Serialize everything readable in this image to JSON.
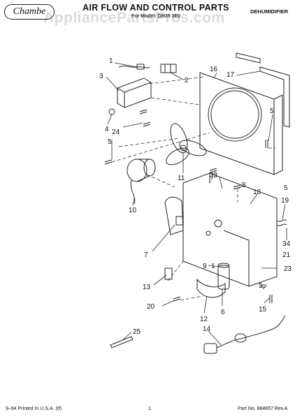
{
  "header": {
    "logo": "Chambe",
    "title": "AIR FLOW AND CONTROL PARTS",
    "subtitle": "For Model: DH35 3E0",
    "category": "DEHUMIDIFIER"
  },
  "watermark": "AppliancePartsPros.com",
  "callouts": [
    "1",
    "2",
    "3",
    "4",
    "5",
    "6",
    "7",
    "8",
    "9",
    "10",
    "11",
    "12",
    "13",
    "14",
    "15",
    "16",
    "17",
    "18",
    "19",
    "20",
    "21",
    "23",
    "24",
    "25",
    "33",
    "34"
  ],
  "diagram": {
    "callout_labels": [
      {
        "id": "c1",
        "text": "1"
      },
      {
        "id": "c2",
        "text": "2"
      },
      {
        "id": "c3",
        "text": "3"
      },
      {
        "id": "c4",
        "text": "4"
      },
      {
        "id": "c24",
        "text": "24"
      },
      {
        "id": "c5a",
        "text": "5"
      },
      {
        "id": "c16",
        "text": "16"
      },
      {
        "id": "c17",
        "text": "17"
      },
      {
        "id": "c5b",
        "text": "5"
      },
      {
        "id": "c11",
        "text": "11"
      },
      {
        "id": "c33",
        "text": "33"
      },
      {
        "id": "c5c",
        "text": "5"
      },
      {
        "id": "c8",
        "text": "8"
      },
      {
        "id": "c18",
        "text": "18"
      },
      {
        "id": "c19",
        "text": "19"
      },
      {
        "id": "c10",
        "text": "10"
      },
      {
        "id": "c7",
        "text": "7"
      },
      {
        "id": "c34",
        "text": "34"
      },
      {
        "id": "c21",
        "text": "21"
      },
      {
        "id": "c9",
        "text": "9"
      },
      {
        "id": "c1b",
        "text": "1"
      },
      {
        "id": "c23",
        "text": "23"
      },
      {
        "id": "c13",
        "text": "13"
      },
      {
        "id": "c5d",
        "text": "5"
      },
      {
        "id": "c15",
        "text": "15"
      },
      {
        "id": "c20",
        "text": "20"
      },
      {
        "id": "c6",
        "text": "6"
      },
      {
        "id": "c12",
        "text": "12"
      },
      {
        "id": "c25",
        "text": "25"
      },
      {
        "id": "c14",
        "text": "14"
      }
    ]
  },
  "footer": {
    "left": "9–94 Printed In U.S.A. (tf)",
    "center": "1",
    "right": "Part No. 884657 Rev.A"
  }
}
